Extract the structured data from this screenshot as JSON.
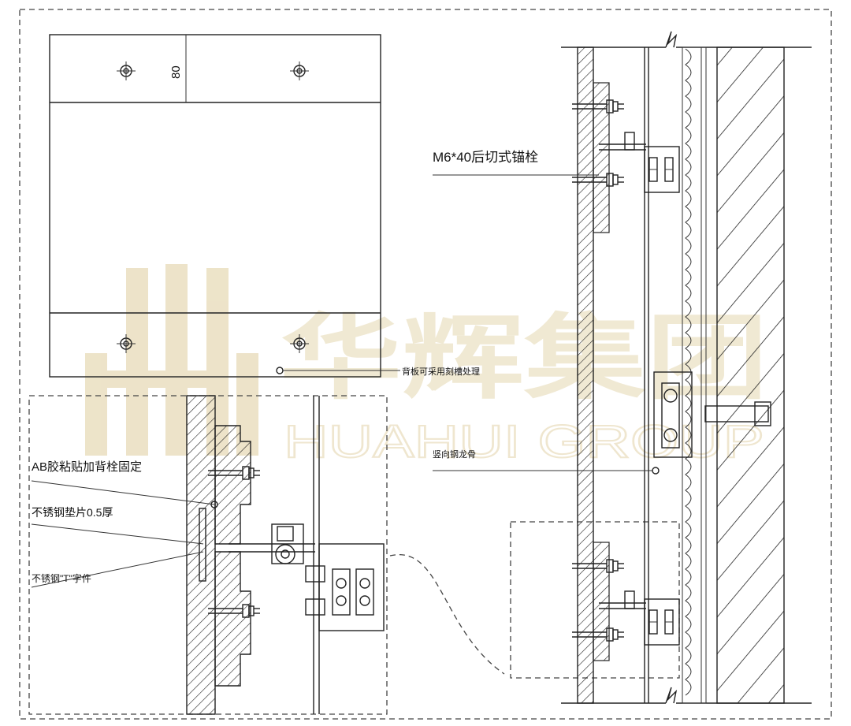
{
  "watermark": {
    "cn": "华辉集团",
    "en": "HUAHUI GROUP"
  },
  "labels": {
    "dimension": "80",
    "bolt": "M6*40后切式锚栓",
    "back_groove": "背板可采用刻槽处理",
    "vertical_keel": "竖向钢龙骨",
    "ab_glue": "AB胶粘贴加背栓固定",
    "gasket": "不锈钢垫片0.5厚",
    "t_piece": "不锈钢\"T\"字件"
  }
}
